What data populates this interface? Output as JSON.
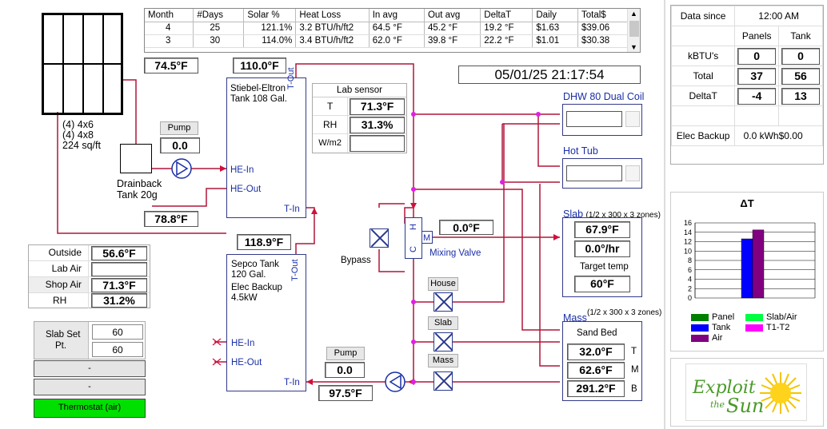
{
  "table": {
    "headers": [
      "Month",
      "#Days",
      "Solar %",
      "Heat Loss",
      "In avg",
      "Out avg",
      "DeltaT",
      "Daily",
      "Total$"
    ],
    "rows": [
      [
        "4",
        "25",
        "121.1%",
        "3.2 BTU/h/ft2",
        "64.5 °F",
        "45.2 °F",
        "19.2 °F",
        "$1.63",
        "$39.06"
      ],
      [
        "3",
        "30",
        "114.0%",
        "3.4 BTU/h/ft2",
        "62.0 °F",
        "39.8 °F",
        "22.2 °F",
        "$1.01",
        "$30.38"
      ]
    ]
  },
  "datetime": "05/01/25 21:17:54",
  "collector": {
    "temp": "74.5°F",
    "line1": "(4) 4x6",
    "line2": "(4) 4x8",
    "line3": "224 sq/ft"
  },
  "pump1": {
    "label": "Pump",
    "value": "0.0"
  },
  "drainback": {
    "line1": "Drainback",
    "line2": "Tank 20g",
    "temp": "78.8°F"
  },
  "tank1": {
    "top_temp": "110.0°F",
    "name1": "Stiebel-Eltron",
    "name2": "Tank 108 Gal.",
    "tout": "T-Out",
    "tin": "T-In",
    "he_in": "HE-In",
    "he_out": "HE-Out"
  },
  "lab_sensor": {
    "title": "Lab sensor",
    "rows": [
      {
        "label": "T",
        "value": "71.3°F"
      },
      {
        "label": "RH",
        "value": "31.3%"
      },
      {
        "label": "W/m2",
        "value": ""
      }
    ]
  },
  "tank2": {
    "top_temp": "118.9°F",
    "name1": "Sepco Tank",
    "name2": "120 Gal.",
    "elec1": "Elec Backup",
    "elec2": "4.5kW",
    "tout": "T-Out",
    "tin": "T-In",
    "he_in": "HE-In",
    "he_out": "HE-Out"
  },
  "pump2": {
    "label": "Pump",
    "value": "0.0",
    "temp": "97.5°F"
  },
  "sensors": [
    {
      "label": "Outside",
      "value": "56.6°F"
    },
    {
      "label": "Lab Air",
      "value": ""
    },
    {
      "label": "Shop Air",
      "value": "71.3°F"
    },
    {
      "label": "RH",
      "value": "31.2%"
    }
  ],
  "slab_set": {
    "label1": "Slab Set",
    "label2": "Pt.",
    "value1": "60",
    "value2": "60"
  },
  "status1": "-",
  "status2": "-",
  "thermostat": "Thermostat (air)",
  "mixing": {
    "label": "Mixing Valve",
    "value": "0.0°F",
    "h": "H",
    "m": "M",
    "c": "C"
  },
  "bypass": "Bypass",
  "valves": {
    "house": "House",
    "slab": "Slab",
    "mass": "Mass"
  },
  "dhw": {
    "title": "DHW 80 Dual Coil"
  },
  "hottub": {
    "title": "Hot Tub"
  },
  "slab": {
    "title": "Slab",
    "subtitle": "(1/2 x 300 x 3 zones)",
    "temp": "67.9°F",
    "rate": "0.0°/hr",
    "target_label": "Target temp",
    "target": "60°F"
  },
  "mass": {
    "title": "Mass",
    "subtitle": "(1/2 x 300 x 3 zones)",
    "name": "Sand Bed",
    "t": "32.0°F",
    "m": "62.6°F",
    "b": "291.2°F",
    "t_label": "T",
    "m_label": "M",
    "b_label": "B"
  },
  "right_panel": {
    "data_since_label": "Data since",
    "data_since_value": "12:00 AM",
    "col_panels": "Panels",
    "col_tank": "Tank",
    "kbtu_label": "kBTU's",
    "kbtu_panels": "0",
    "kbtu_tank": "0",
    "total_label": "Total",
    "total_panels": "37",
    "total_tank": "56",
    "delta_label": "DeltaT",
    "delta_panels": "-4",
    "delta_tank": "13",
    "elec_label": "Elec Backup",
    "elec_kwh": "0.0 kWh",
    "elec_cost": "$0.00"
  },
  "chart_data": {
    "type": "bar",
    "title": "ΔT",
    "ylim": [
      0,
      16
    ],
    "yticks": [
      "0",
      "2",
      "4",
      "6",
      "8",
      "10",
      "12",
      "14",
      "16"
    ],
    "series": [
      {
        "name": "Tank",
        "color": "#0000ff",
        "value": 12.6
      },
      {
        "name": "Air",
        "color": "#800080",
        "value": 14.5
      }
    ],
    "legend": [
      {
        "name": "Panel",
        "color": "#008000"
      },
      {
        "name": "Slab/Air",
        "color": "#00ff40"
      },
      {
        "name": "Tank",
        "color": "#0000ff"
      },
      {
        "name": "T1-T2",
        "color": "#ff00ff"
      },
      {
        "name": "Air",
        "color": "#800080"
      }
    ],
    "legend_placement": "bottom"
  },
  "logo": {
    "line1": "Exploit",
    "line2": "the",
    "line3": "Sun"
  }
}
